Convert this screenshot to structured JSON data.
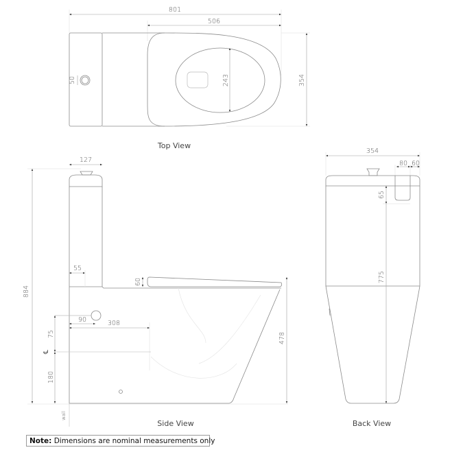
{
  "top_view": {
    "caption": "Top View",
    "dims": {
      "overall_length": "801",
      "seat_length": "506",
      "bowl_width": "243",
      "overall_width": "354",
      "button_dia": "50"
    }
  },
  "side_view": {
    "caption": "Side View",
    "dims": {
      "tank_depth": "127",
      "overall_height": "884",
      "tank_offset": "55",
      "seat_thickness": "60",
      "pan_height": "478",
      "inlet_offset": "90",
      "outlet_setout": "308",
      "inlet_above_cl": "75",
      "cl_height": "180"
    },
    "centerline_symbol": "℄",
    "wall_label": "wall"
  },
  "back_view": {
    "caption": "Back View",
    "dims": {
      "overall_width": "354",
      "outlet_width": "80",
      "outlet_edge": "60",
      "outlet_drop": "65",
      "outlet_height": "775"
    }
  },
  "note": {
    "label": "Note:",
    "text": "Dimensions are nominal measurements only"
  }
}
